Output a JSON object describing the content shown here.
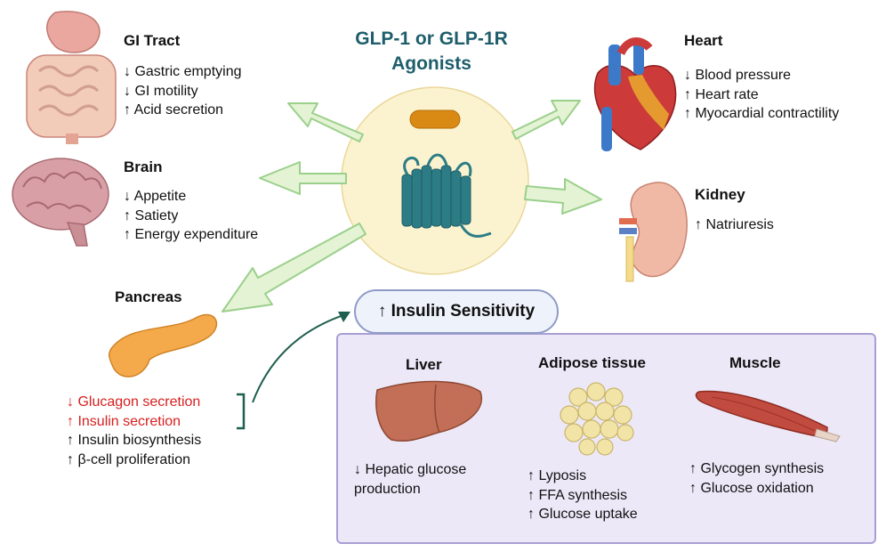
{
  "title": {
    "line1": "GLP-1 or GLP-1R",
    "line2": "Agonists"
  },
  "gi_tract": {
    "label": "GI Tract",
    "effects": [
      "↓ Gastric emptying",
      "↓ GI motility",
      "↑ Acid secretion"
    ]
  },
  "brain": {
    "label": "Brain",
    "effects": [
      "↓ Appetite",
      "↑ Satiety",
      "↑ Energy expenditure"
    ]
  },
  "heart": {
    "label": "Heart",
    "effects": [
      "↓ Blood pressure",
      "↑ Heart rate",
      "↑ Myocardial contractility"
    ]
  },
  "kidney": {
    "label": "Kidney",
    "effects": [
      "↑ Natriuresis"
    ]
  },
  "pancreas": {
    "label": "Pancreas",
    "effects": [
      "↓ Glucagon secretion",
      "↑ Insulin secretion",
      "↑ Insulin biosynthesis",
      "↑ β-cell proliferation"
    ]
  },
  "insulin_sensitivity": {
    "label": "↑ Insulin Sensitivity"
  },
  "liver": {
    "label": "Liver",
    "effects": [
      "↓ Hepatic glucose",
      "production"
    ]
  },
  "adipose": {
    "label": "Adipose tissue",
    "effects": [
      "↑ Lyposis",
      "↑ FFA synthesis",
      "↑ Glucose uptake"
    ]
  },
  "muscle": {
    "label": "Muscle",
    "effects": [
      "↑ Glycogen synthesis",
      "↑ Glucose oxidation"
    ]
  },
  "colors": {
    "title": "#1e5e6b",
    "arrow_fill": "#e3f3d4",
    "arrow_stroke": "#9bd08b",
    "center_circle": "#fbf3cf",
    "receptor": "#2c7c86",
    "red_text": "#d71f1f",
    "panel_fill": "#ede8f8",
    "panel_border": "#a99fd4"
  }
}
